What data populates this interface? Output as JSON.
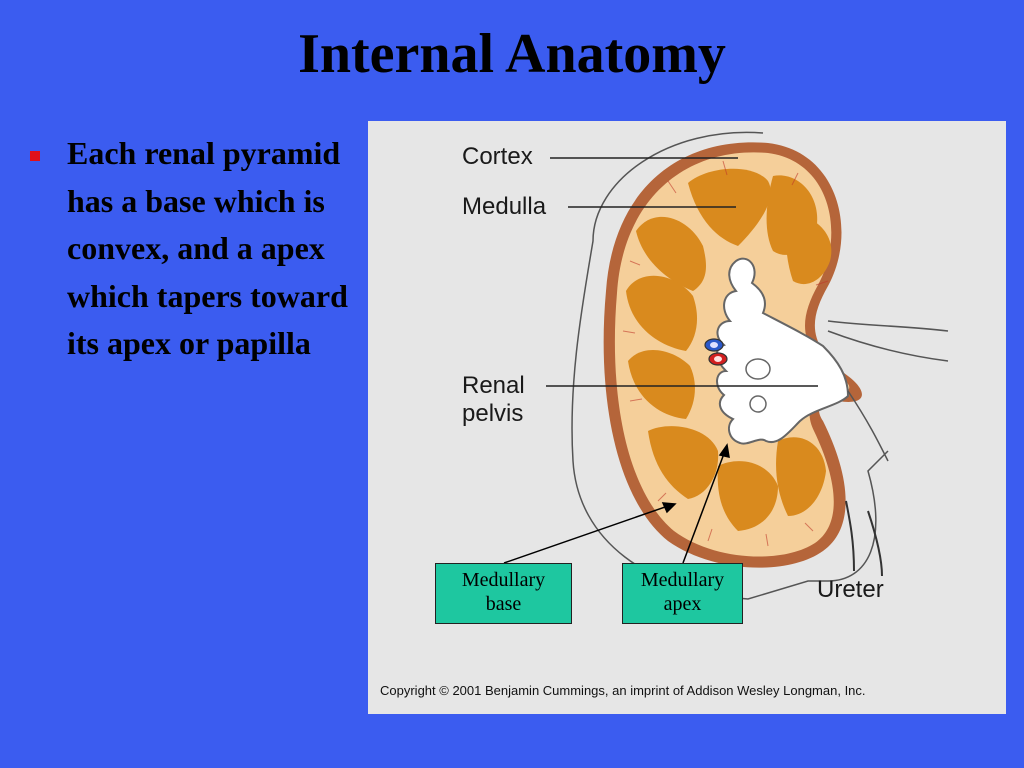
{
  "slide": {
    "title": "Internal Anatomy",
    "bullet": "Each renal pyramid has a base which is convex, and a apex which tapers toward its apex or papilla"
  },
  "figure": {
    "labels": {
      "cortex": "Cortex",
      "medulla": "Medulla",
      "renal_pelvis_line1": "Renal",
      "renal_pelvis_line2": "pelvis",
      "ureter": "Ureter"
    },
    "callouts": {
      "medullary_base_line1": "Medullary",
      "medullary_base_line2": "base",
      "medullary_apex_line1": "Medullary",
      "medullary_apex_line2": "apex"
    },
    "copyright": "Copyright © 2001 Benjamin Cummings, an imprint of Addison Wesley Longman, Inc."
  },
  "colors": {
    "background": "#3b5cf0",
    "bullet_marker": "#e0101a",
    "cortex": "#f5cf9a",
    "medulla": "#d98a1e",
    "capsule": "#b5653a",
    "callout_box": "#1ec7a0"
  }
}
